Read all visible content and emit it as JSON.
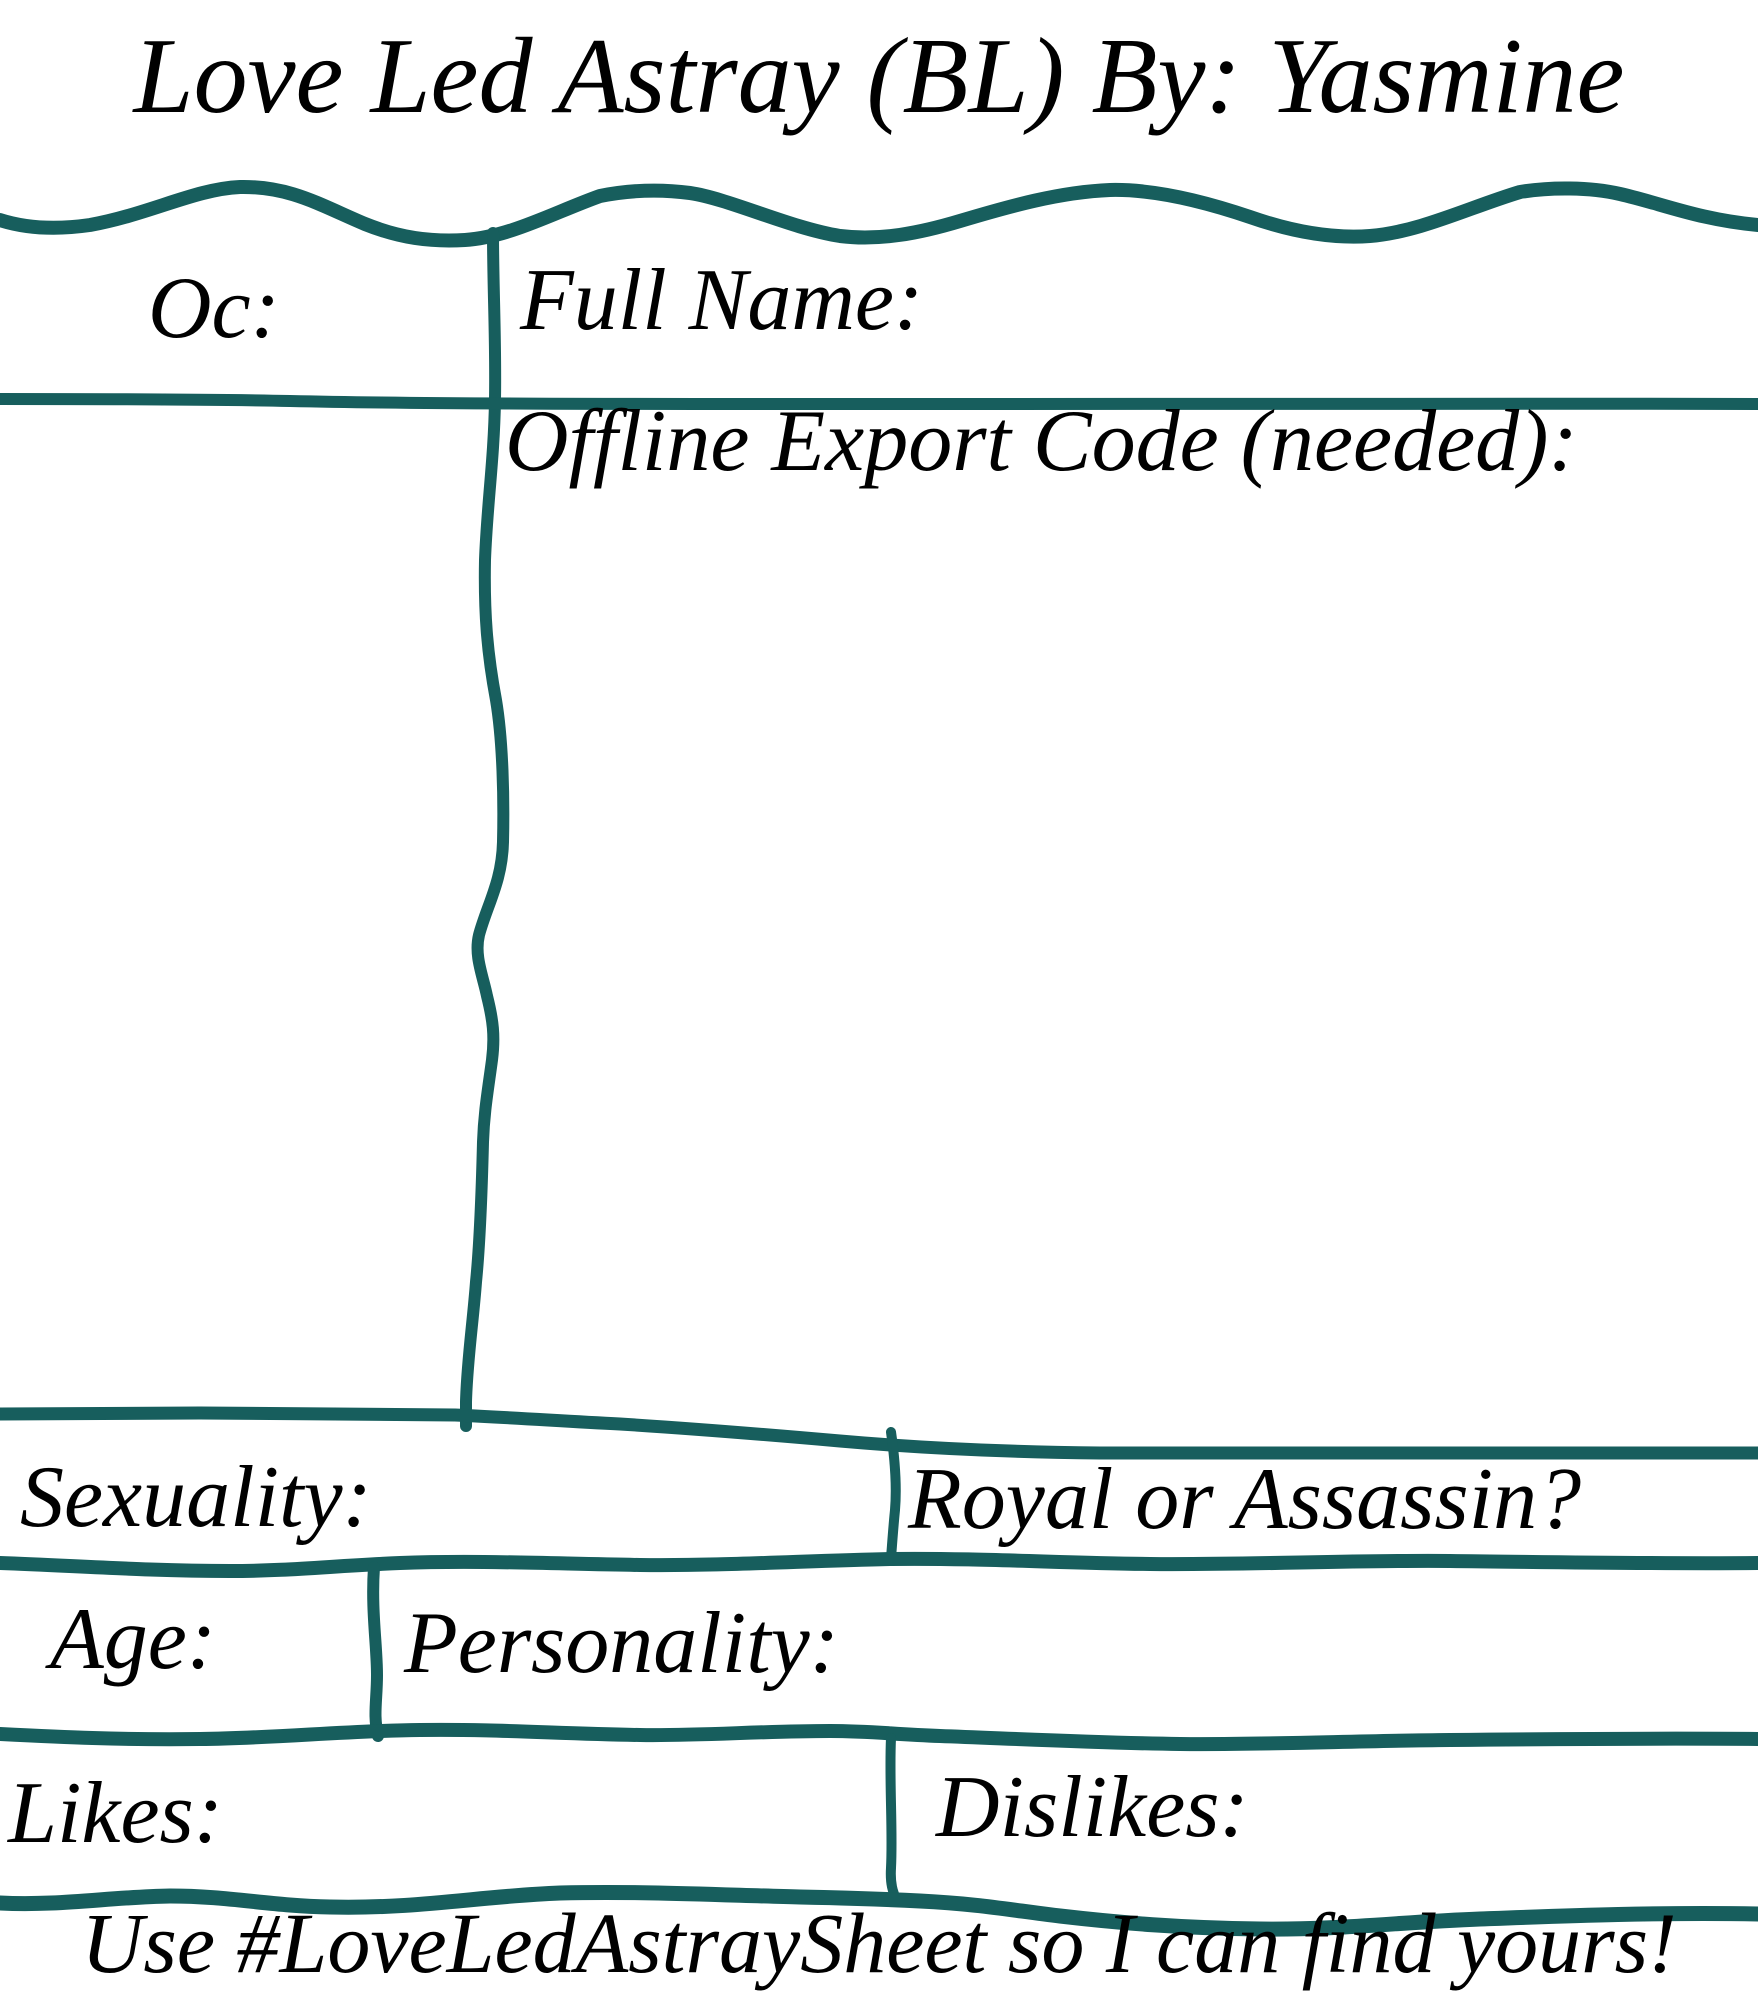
{
  "colors": {
    "accent": "#175e5d",
    "text": "#000000",
    "background": "#ffffff"
  },
  "header": {
    "title": "Love Led Astray (BL) By: Yasmine"
  },
  "fields": {
    "oc_label": "Oc:",
    "full_name_label": "Full Name:",
    "offline_export_code_label": "Offline Export Code (needed):",
    "sexuality_label": "Sexuality:",
    "royal_or_assassin_label": "Royal or Assassin?",
    "age_label": "Age:",
    "personality_label": "Personality:",
    "likes_label": "Likes:",
    "dislikes_label": "Dislikes:"
  },
  "footer": {
    "hashtag_note": "Use #LoveLedAstraySheet so I can find yours!"
  }
}
